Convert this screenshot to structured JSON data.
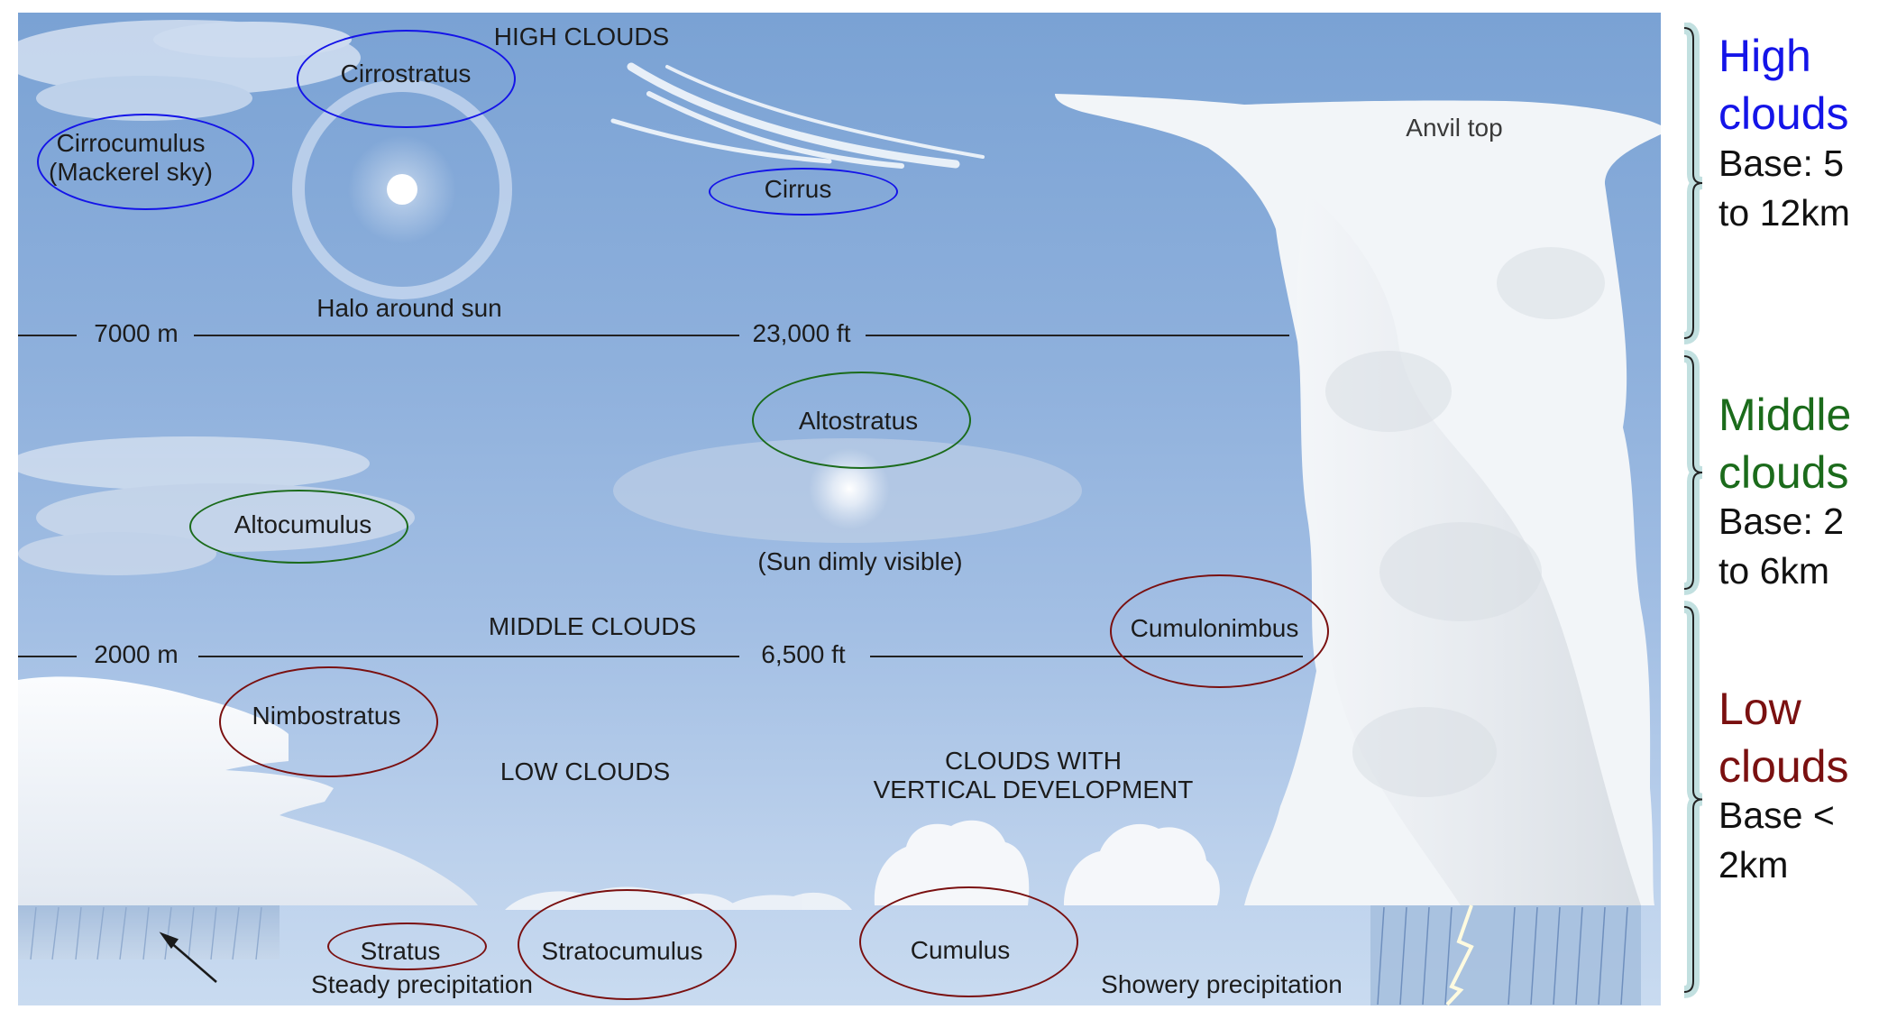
{
  "colors": {
    "high": "#1414e8",
    "middle": "#1b6b1b",
    "low": "#7a1010",
    "brace": "#c2e0e0"
  },
  "diagram": {
    "section_labels": {
      "high": "HIGH CLOUDS",
      "middle": "MIDDLE CLOUDS",
      "low": "LOW CLOUDS",
      "vertical": "CLOUDS WITH\nVERTICAL DEVELOPMENT"
    },
    "altitudes": {
      "upper_m": "7000 m",
      "upper_ft": "23,000 ft",
      "lower_m": "2000 m",
      "lower_ft": "6,500 ft"
    },
    "annotations": {
      "halo": "Halo around sun",
      "sun_dim": "(Sun dimly visible)",
      "anvil": "Anvil top",
      "steady": "Steady precipitation",
      "showery": "Showery precipitation"
    },
    "clouds": {
      "cirrostratus": "Cirrostratus",
      "cirrocumulus": "Cirrocumulus\n(Mackerel sky)",
      "cirrus": "Cirrus",
      "altostratus": "Altostratus",
      "altocumulus": "Altocumulus",
      "cumulonimbus": "Cumulonimbus",
      "nimbostratus": "Nimbostratus",
      "stratus": "Stratus",
      "stratocumulus": "Stratocumulus",
      "cumulus": "Cumulus"
    }
  },
  "legend": {
    "high": {
      "title": "High\nclouds",
      "base": "Base: 5\nto 12km"
    },
    "middle": {
      "title": "Middle\nclouds",
      "base": "Base: 2\nto 6km"
    },
    "low": {
      "title": "Low\nclouds",
      "base": "Base <\n2km"
    }
  }
}
